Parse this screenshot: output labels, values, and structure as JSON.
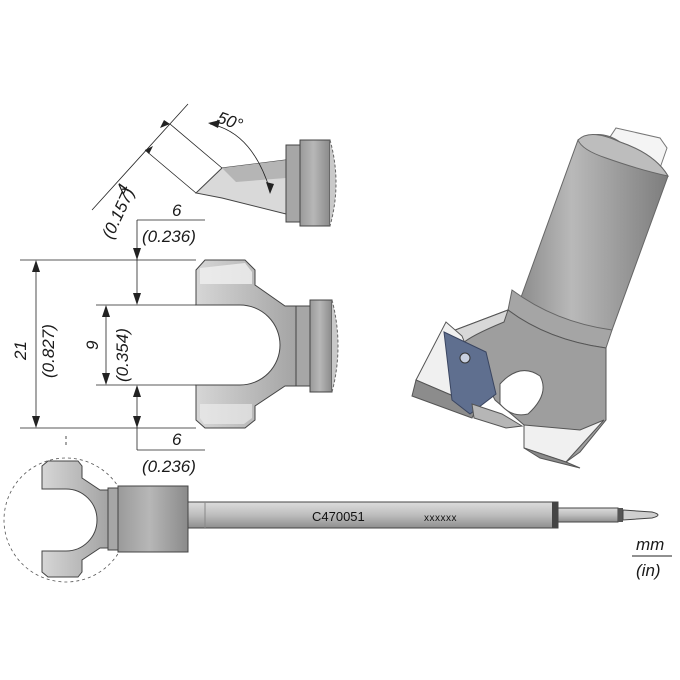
{
  "dimensions": {
    "angle": "50°",
    "tip_width_mm": "4",
    "tip_width_in": "(0.157)",
    "top_prong_mm": "6",
    "top_prong_in": "(0.236)",
    "total_height_mm": "21",
    "total_height_in": "(0.827)",
    "gap_mm": "9",
    "gap_in": "(0.354)",
    "bottom_prong_mm": "6",
    "bottom_prong_in": "(0.236)"
  },
  "cartridge": {
    "part_number": "C470051",
    "code": "xxxxxx"
  },
  "units": {
    "primary": "mm",
    "secondary": "(in)"
  },
  "colors": {
    "metal_light": "#e8e8e8",
    "metal_mid": "#a9a9a9",
    "metal_dark": "#7a7a7a",
    "blade": "#5a6a8a"
  }
}
